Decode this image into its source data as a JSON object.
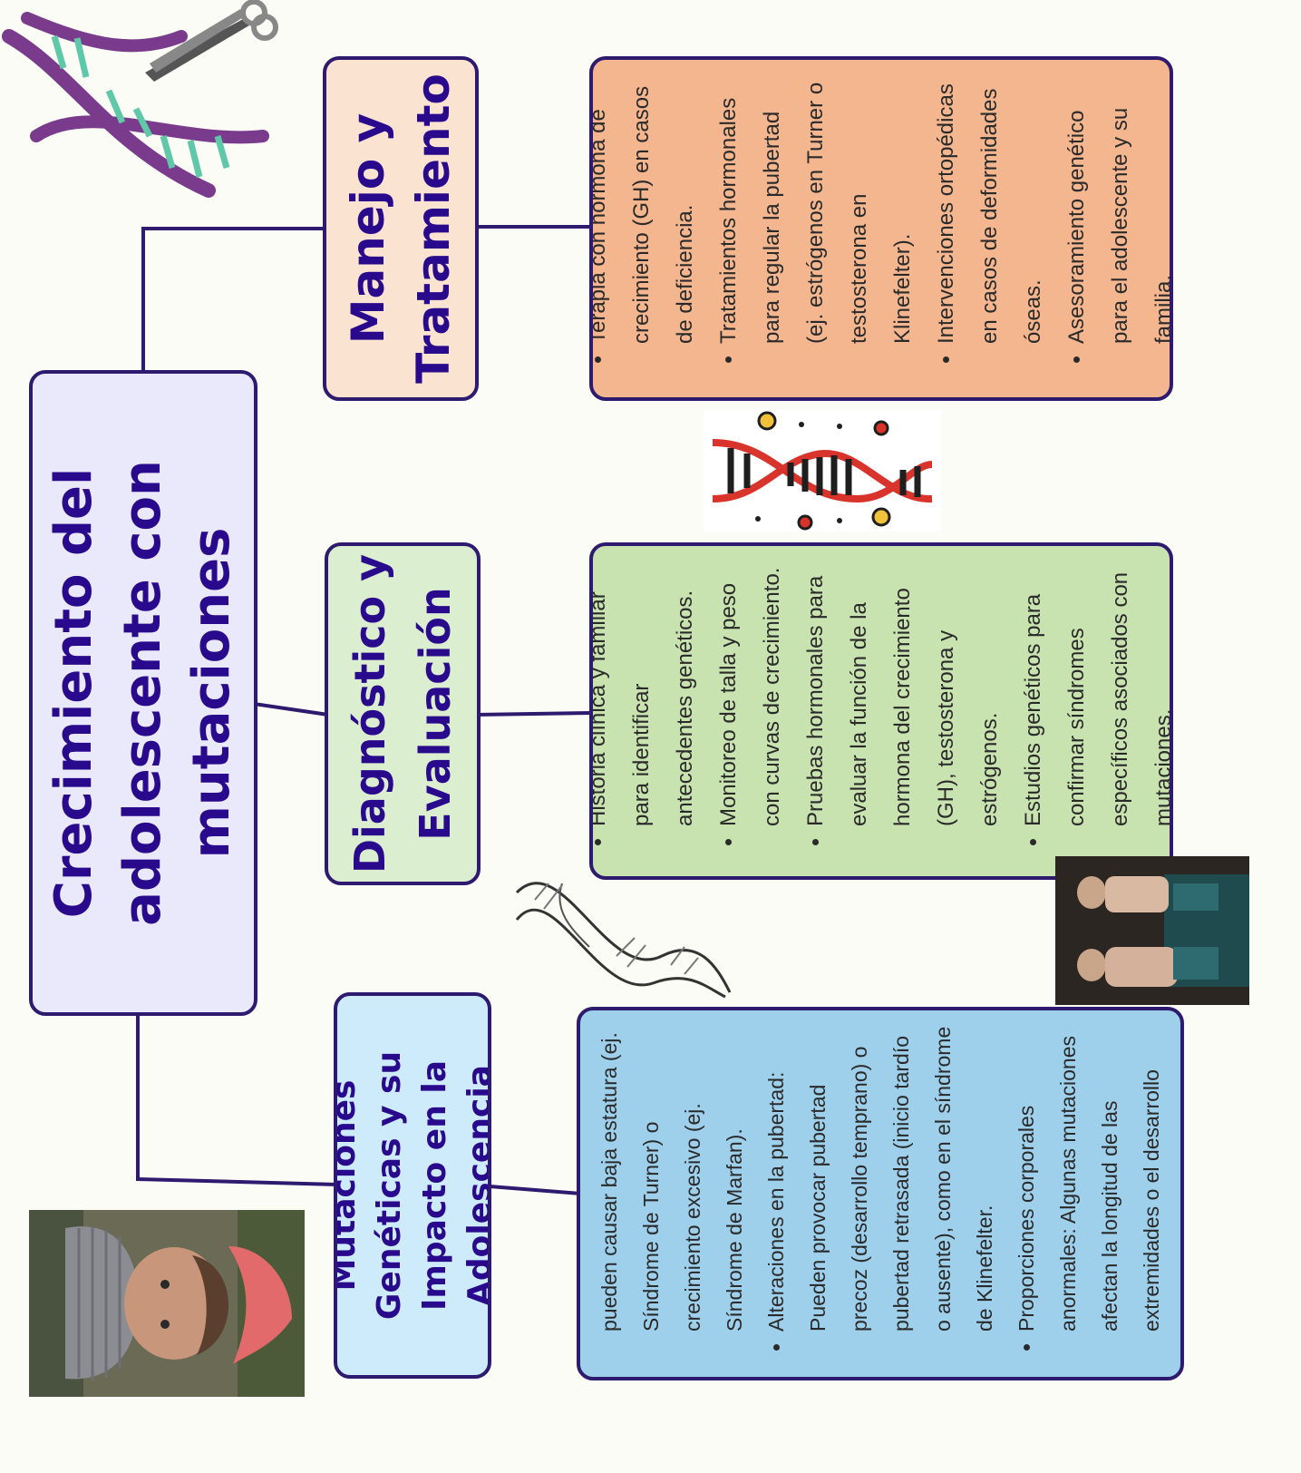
{
  "main_title": "Crecimiento del adolescente con mutaciones",
  "branches": [
    {
      "title": "Manejo y Tratamiento",
      "items": [
        "Terapia con hormona de crecimiento (GH) en casos de deficiencia.",
        "Tratamientos hormonales para regular la pubertad (ej. estrógenos en Turner o testosterona en Klinefelter).",
        "Intervenciones ortopédicas en casos de deformidades óseas.",
        "Asesoramiento genético para el adolescente y su familia."
      ]
    },
    {
      "title": "Diagnóstico y Evaluación",
      "items": [
        "Historia clínica y familiar para identificar antecedentes genéticos.",
        "Monitoreo de talla y peso con curvas de crecimiento.",
        "Pruebas hormonales para evaluar la función de la hormona del crecimiento (GH), testosterona y estrógenos.",
        "Estudios genéticos para confirmar síndromes específicos asociados con mutaciones."
      ]
    },
    {
      "title": "Mutaciones Genéticas y su Impacto en la Adolescencia",
      "items": [
        "Crecimiento acelerado o retrasado: Algunas mutaciones pueden causar baja estatura (ej. Síndrome de Turner) o crecimiento excesivo (ej. Síndrome de Marfan).",
        "Alteraciones en la pubertad: Pueden provocar pubertad precoz (desarrollo temprano) o pubertad retrasada (inicio tardío o ausente), como en el síndrome de Klinefelter.",
        "Proporciones corporales anormales: Algunas mutaciones afectan la longitud de las extremidades o el desarrollo óseo, alterando la simetría corporal."
      ]
    }
  ],
  "colors": {
    "border": "#2e1a6e",
    "title_text": "#2a0a8c",
    "main_bg": "#eae9fb",
    "manejo_title_bg": "#fbe3d2",
    "manejo_body_bg": "#f4b68f",
    "diag_title_bg": "#dbeed0",
    "diag_body_bg": "#c9e3b0",
    "mut_title_bg": "#cdebfb",
    "mut_body_bg": "#9ed0ec"
  },
  "icons": [
    "dna-scissors-icon",
    "dna-helix-icon",
    "dna-sketch-icon",
    "photo-man-beanie",
    "photo-patients"
  ]
}
